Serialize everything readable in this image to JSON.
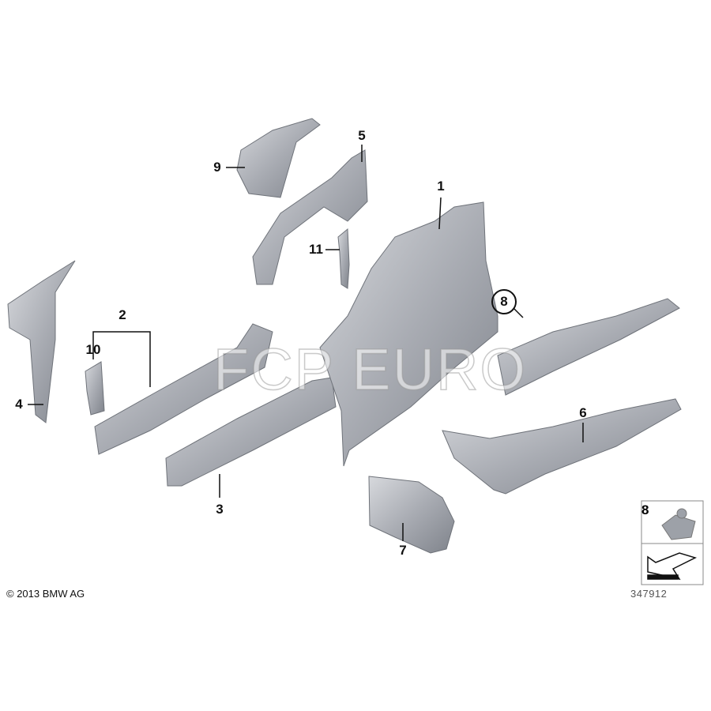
{
  "diagram": {
    "callouts": [
      "1",
      "2",
      "3",
      "4",
      "5",
      "6",
      "7",
      "8",
      "9",
      "10",
      "11"
    ],
    "inset_label": "8",
    "copyright": "© 2013 BMW AG",
    "reference_number": "347912",
    "watermark": "FCP EURO",
    "part_color": "#a9acb3"
  }
}
